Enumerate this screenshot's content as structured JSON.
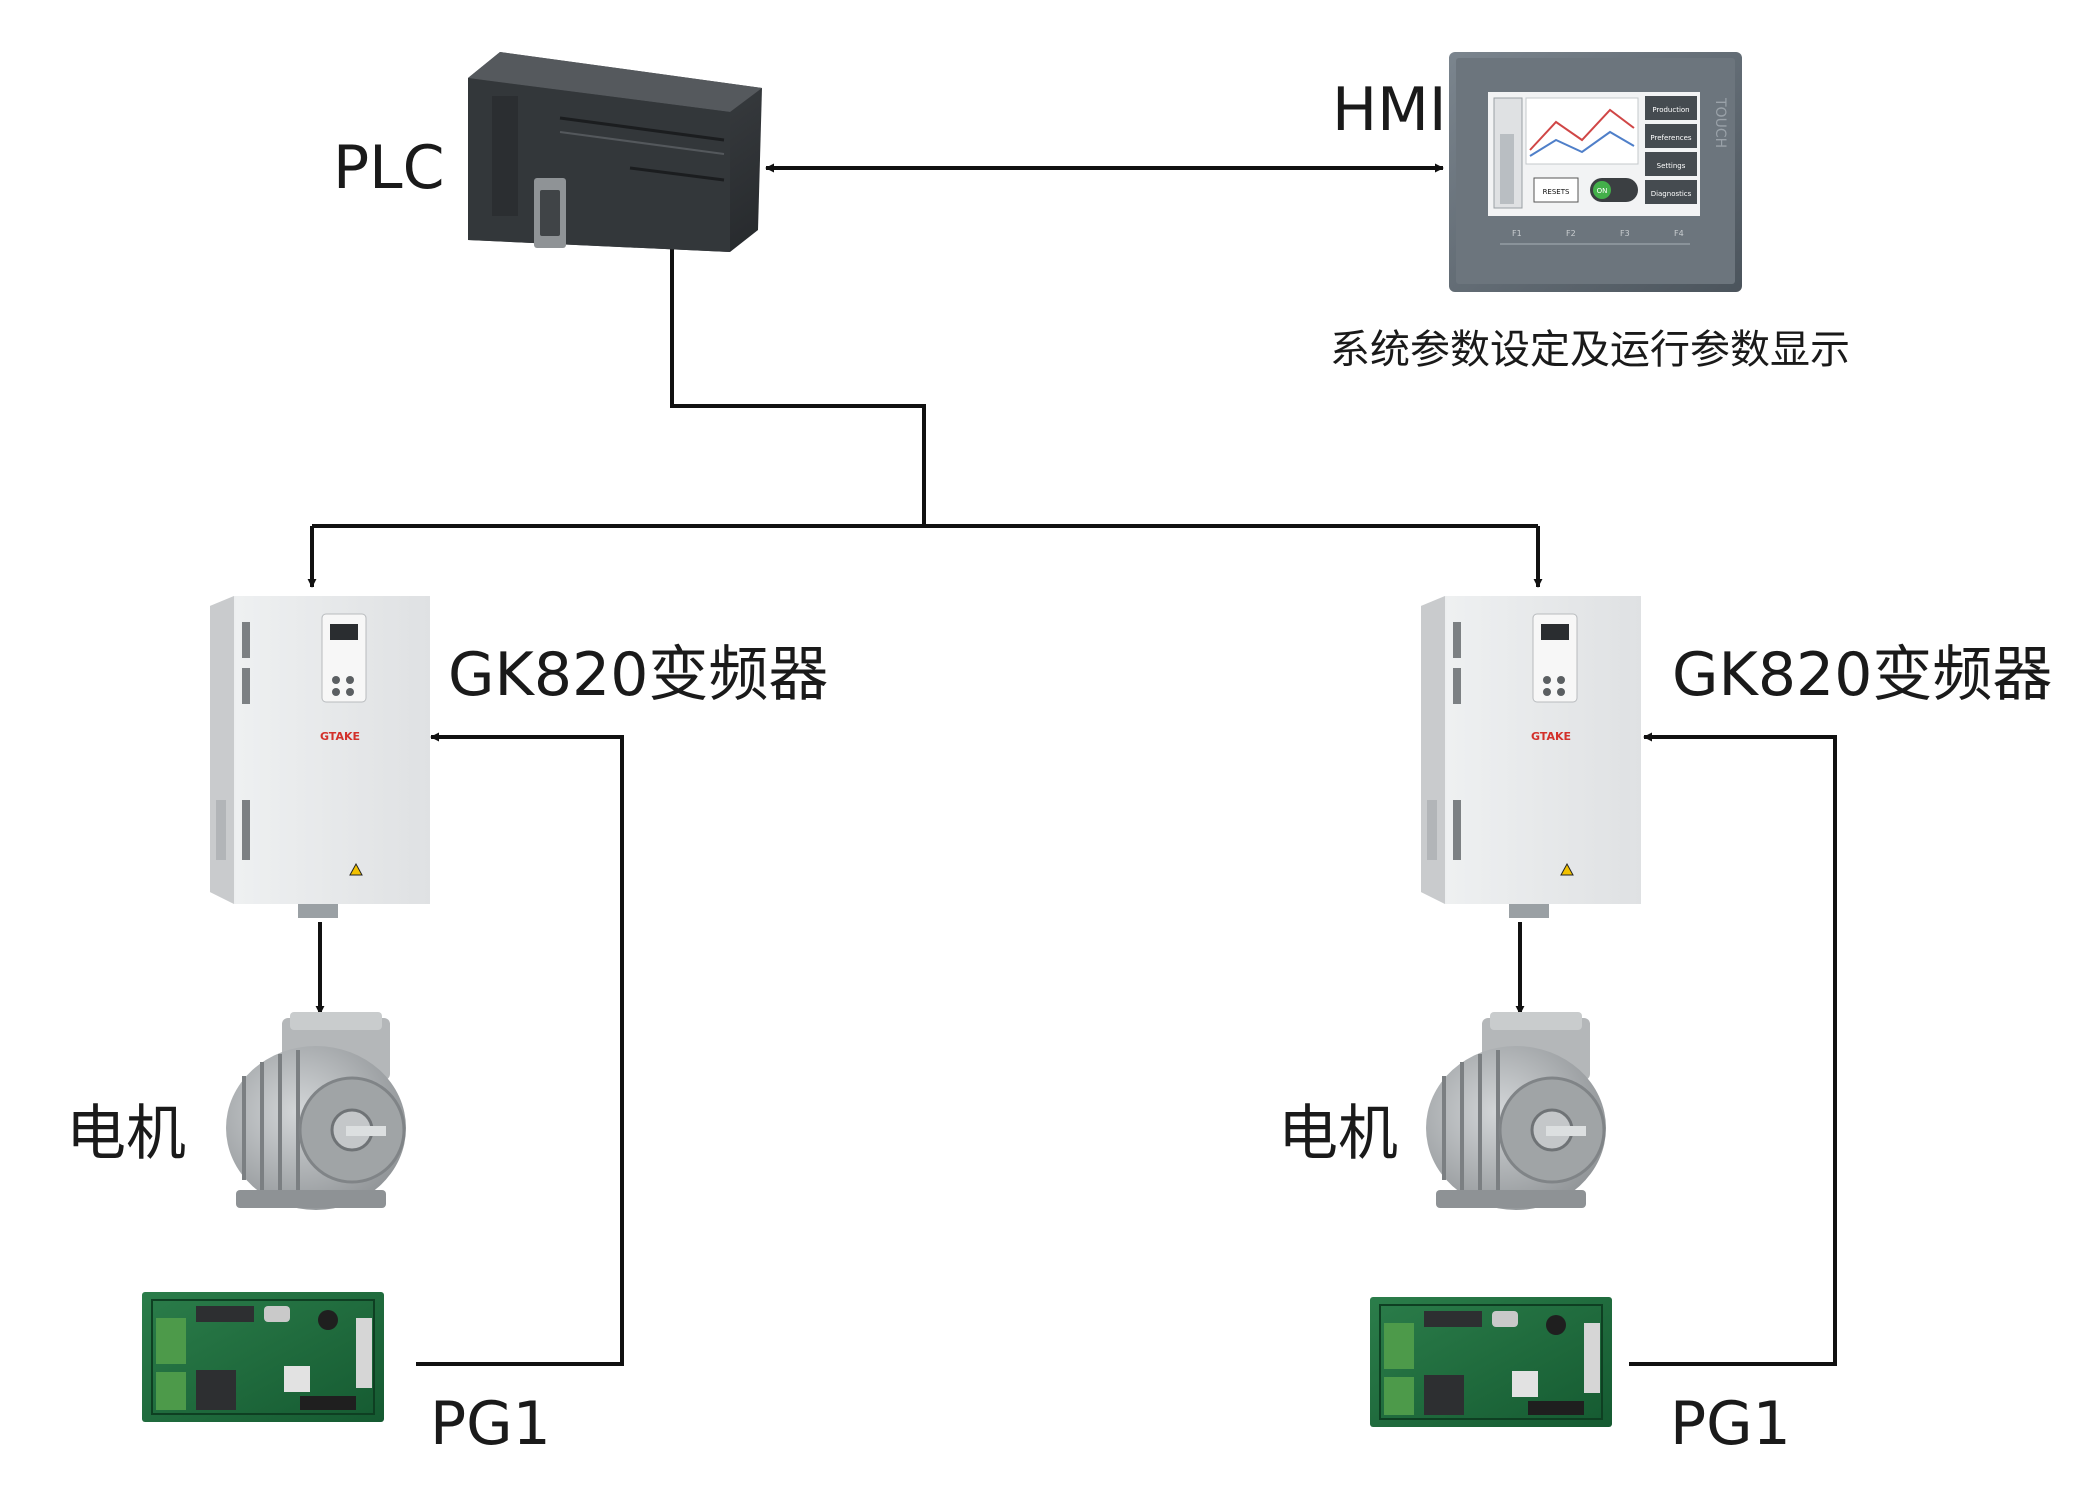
{
  "labels": {
    "plc": "PLC",
    "hmi": "HMI",
    "hmi_caption": "系统参数设定及运行参数显示",
    "vfd_left": "GK820变频器",
    "vfd_right": "GK820变频器",
    "motor_left": "电机",
    "motor_right": "电机",
    "pg_left": "PG1",
    "pg_right": "PG1"
  },
  "hmi_screen": {
    "buttons": [
      "Production",
      "Preferences",
      "Settings",
      "Diagnostics"
    ],
    "side_text": "TOUCH",
    "fkeys": [
      "F1",
      "F2",
      "F3",
      "F4"
    ],
    "reset_label": "RESETS",
    "toggle_label": "ON"
  },
  "vfd_brand": "GTAKE",
  "colors": {
    "line": "#111111",
    "plc_body": "#3a3d40",
    "hmi_bezel": "#5f6972",
    "vfd_body": "#e6e7e8",
    "motor_body": "#a9acae",
    "pcb_green": "#1f6a3c",
    "brand_red": "#d3302a"
  }
}
